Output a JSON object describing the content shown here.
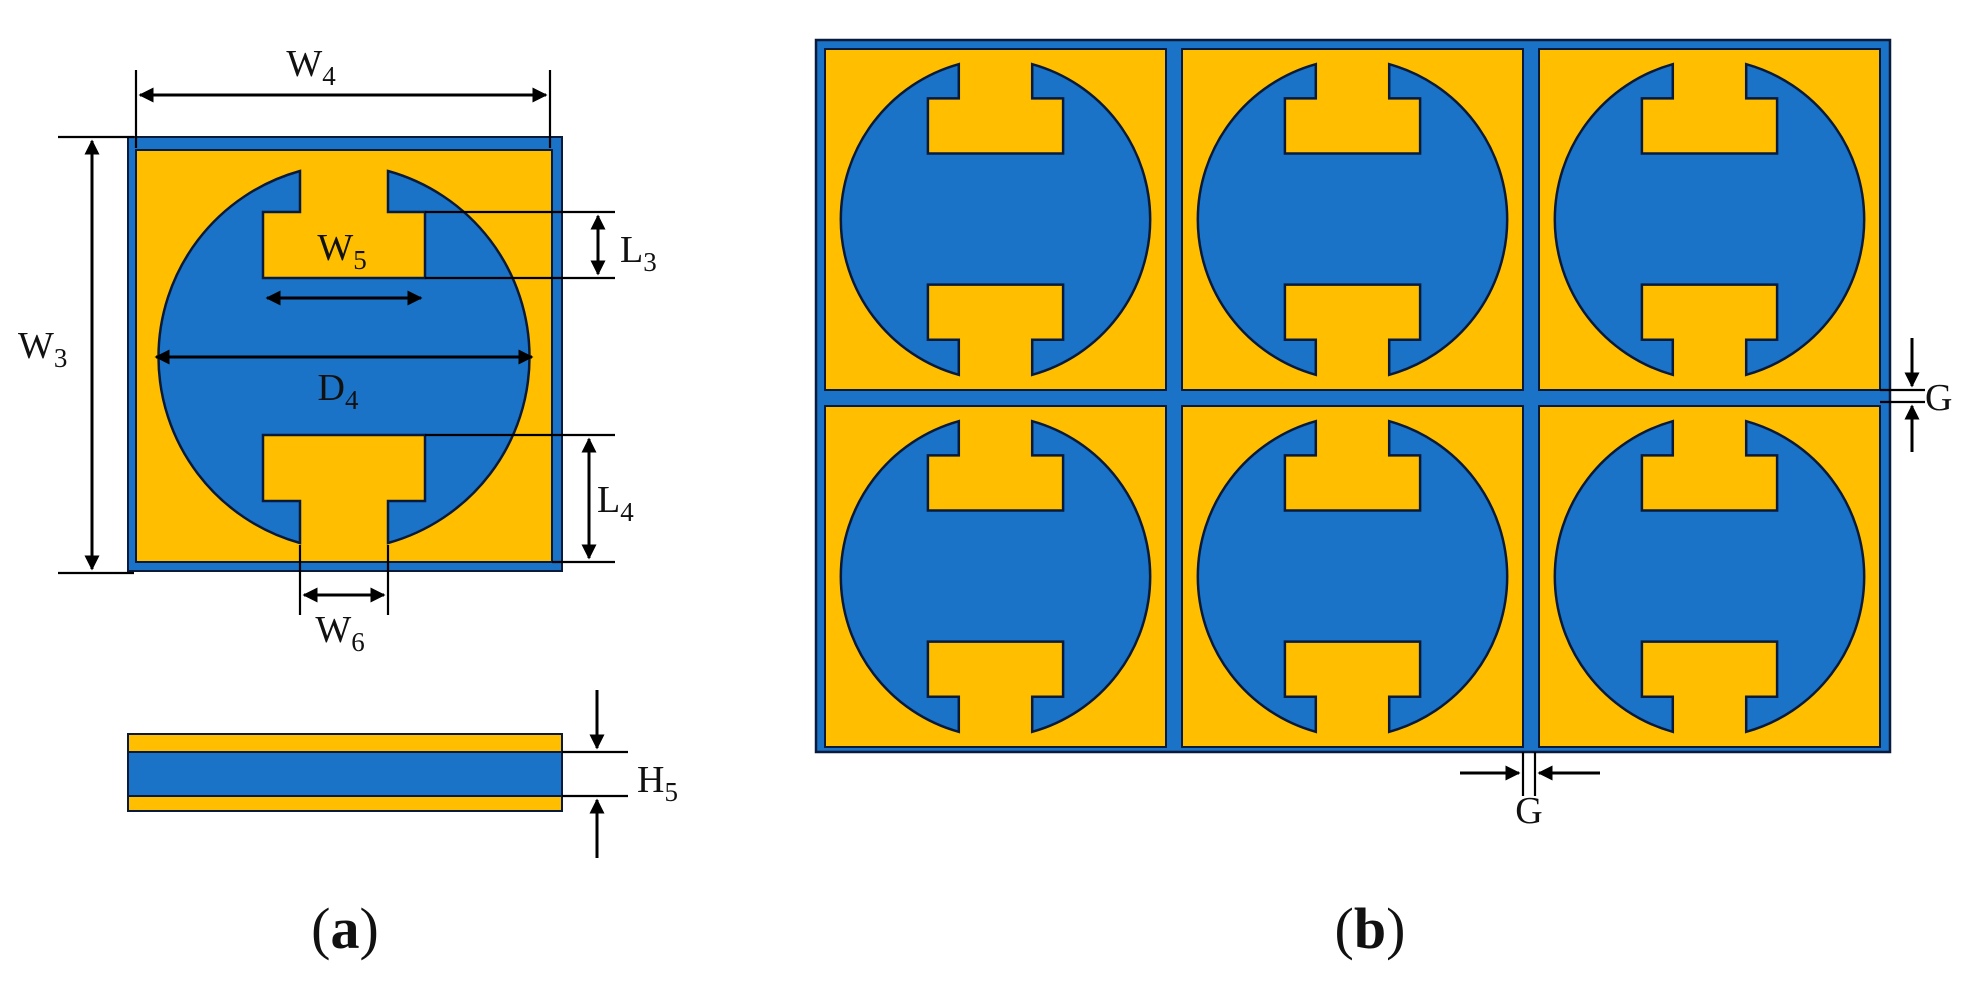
{
  "colors": {
    "substrate": "#1a73c7",
    "metal": "#ffbf00",
    "outline": "#0a1a3a",
    "dimension": "#000000"
  },
  "panel_a": {
    "caption": {
      "open": "(",
      "letter": "a",
      "close": ")"
    },
    "labels": {
      "w4": {
        "main": "W",
        "sub": "4"
      },
      "w3": {
        "main": "W",
        "sub": "3"
      },
      "w5": {
        "main": "W",
        "sub": "5"
      },
      "l3": {
        "main": "L",
        "sub": "3"
      },
      "d4": {
        "main": "D",
        "sub": "4"
      },
      "l4": {
        "main": "L",
        "sub": "4"
      },
      "w6": {
        "main": "W",
        "sub": "6"
      },
      "h5": {
        "main": "H",
        "sub": "5"
      }
    }
  },
  "panel_b": {
    "caption": {
      "open": "(",
      "letter": "b",
      "close": ")"
    },
    "rows": 2,
    "columns": 3,
    "gap_label_right": "G",
    "gap_label_bottom": "G"
  }
}
